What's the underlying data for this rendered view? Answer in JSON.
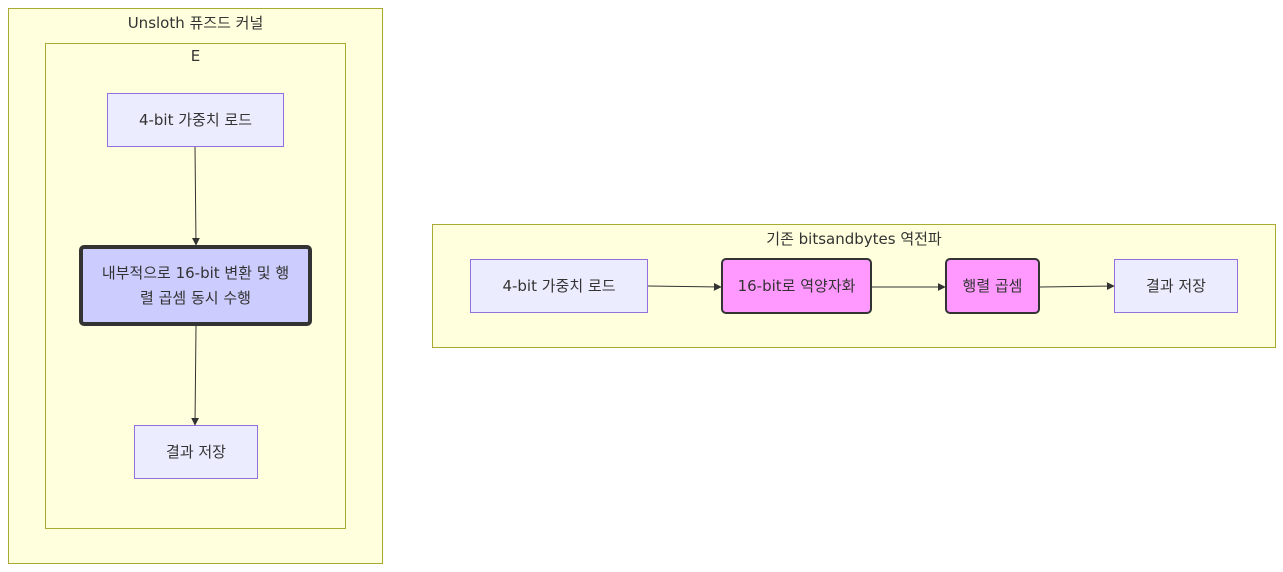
{
  "unsloth": {
    "title": "Unsloth 퓨즈드 커널",
    "inner_title": "E",
    "nodes": {
      "load": "4-bit 가중치 로드",
      "fused": "내부적으로 16-bit 변환 및 행렬 곱셈 동시 수행",
      "store": "결과 저장"
    }
  },
  "baseline": {
    "title": "기존 bitsandbytes 역전파",
    "nodes": {
      "load": "4-bit 가중치 로드",
      "dequant": "16-bit로 역양자화",
      "matmul": "행렬 곱셈",
      "store": "결과 저장"
    }
  },
  "colors": {
    "cluster_fill": "#ffffde",
    "cluster_border": "#aaaa33",
    "node_fill": "#ececff",
    "node_border": "#9370db",
    "fused_fill": "#ccccff",
    "highlight_fill": "#ff99ff",
    "edge": "#333333"
  }
}
